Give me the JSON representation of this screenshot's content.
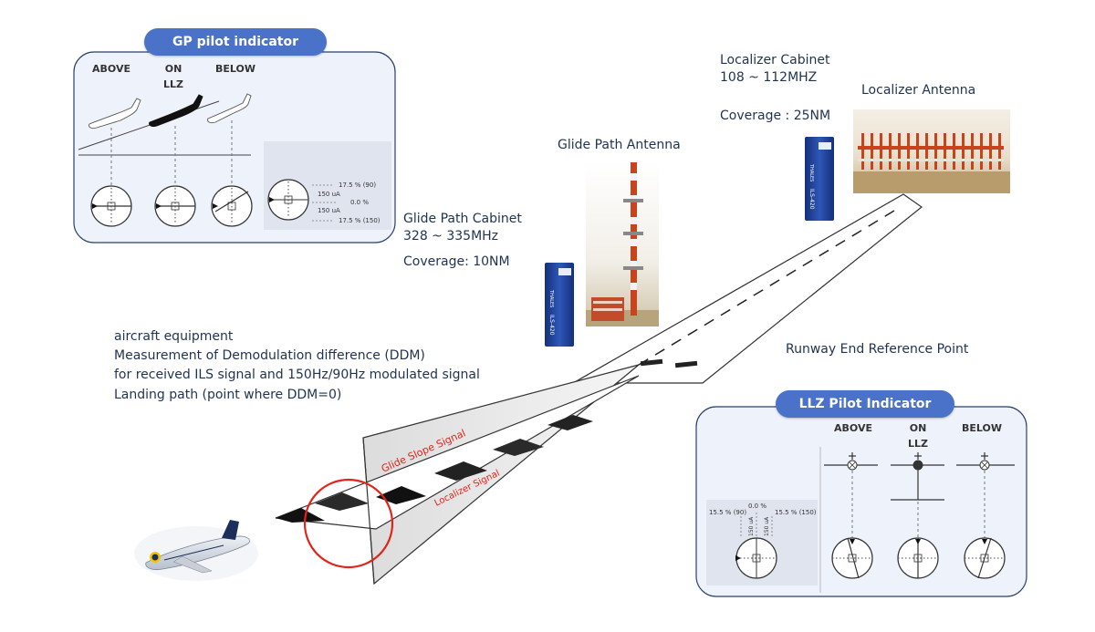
{
  "gp_panel": {
    "title": "GP pilot indicator",
    "above": "ABOVE",
    "on": "ON",
    "llz": "LLZ",
    "below": "BELOW",
    "scale": [
      "17.5 % (90)",
      "150 uA",
      "0.0 %",
      "150 uA",
      "17.5 % (150)"
    ]
  },
  "llz_panel": {
    "title": "LLZ Pilot Indicator",
    "above": "ABOVE",
    "on": "ON",
    "llz": "LLZ",
    "below": "BELOW",
    "scale_left": "15.5 % (90)",
    "scale_center": "0.0 %",
    "scale_right": "15.5 % (150)",
    "ua": "150 uA"
  },
  "labels": {
    "glide_path_antenna": "Glide Path Antenna",
    "glide_path_cabinet": "Glide Path Cabinet",
    "glide_path_freq": "328 ~ 335MHz",
    "glide_path_coverage": "Coverage: 10NM",
    "localizer_cabinet": "Localizer Cabinet",
    "localizer_freq": "108 ~ 112MHZ",
    "localizer_coverage": "Coverage : 25NM",
    "localizer_antenna": "Localizer Antenna",
    "runway_end": "Runway End Reference Point",
    "aircraft_line1": "aircraft equipment",
    "aircraft_line2": "Measurement of Demodulation difference (DDM)",
    "aircraft_line3": "for received ILS signal and 150Hz/90Hz modulated signal",
    "aircraft_line4": "Landing path (point where DDM=0)",
    "glide_slope_signal": "Glide Slope Signal",
    "localizer_signal": "Localizer Signal",
    "cabinet_brand": "THALES",
    "cabinet_model": "ILS-420"
  },
  "colors": {
    "pill": "#4a72c8",
    "panel_border": "#2b3f6b",
    "signal_text": "#e0251b",
    "circle": "#e0251b",
    "cabinet": "#1d3c8f",
    "antenna_red": "#c8421c"
  }
}
